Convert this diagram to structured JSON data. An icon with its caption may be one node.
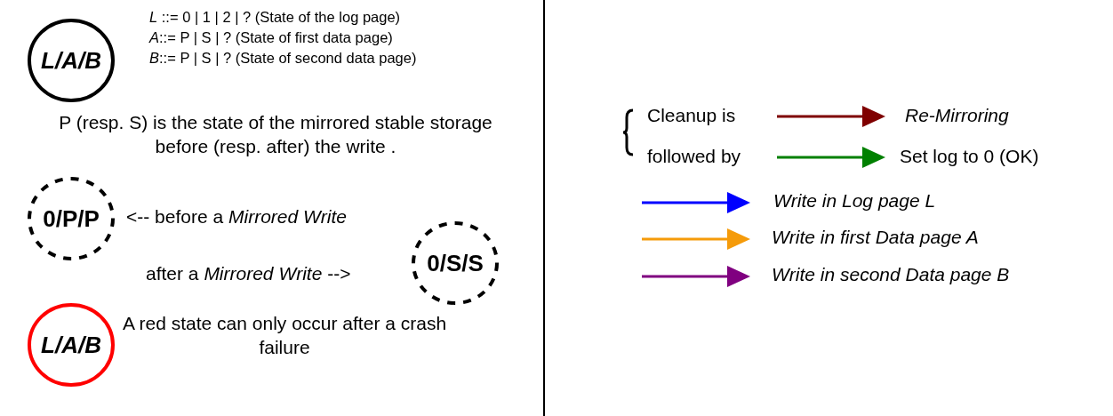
{
  "diagram": {
    "nodes": [
      {
        "text": [
          "L/A/B"
        ]
      },
      {
        "text": [
          "0/P/P"
        ]
      },
      {
        "text": [
          "0/S/S"
        ]
      },
      {
        "text": [
          "L/A/B"
        ]
      }
    ],
    "edges": [],
    "labels": [
      "*L* ::= 0 | 1 | 2 | ?   (State of the log page)",
      "*A*::= P | S | ?  (State of first data page)",
      "*B*::= P | S | ?  (State of second data page)",
      "P (resp. S) is the state of the mirrored stable storage before (resp. after) the write .",
      "<-- before a *Mirrored Write*",
      "after a *Mirrored Write*  -->",
      "A red state can only occur after a crash failure",
      "Cleanup is",
      "followed by"
    ],
    "legend": [
      {
        "text": "Re-Mirroring"
      },
      {
        "text": "Set log to 0 (OK)"
      },
      {
        "text": "Write in Log page L"
      },
      {
        "text": "Write in first Data page A"
      },
      {
        "text": "Write in second Data page B"
      }
    ]
  }
}
